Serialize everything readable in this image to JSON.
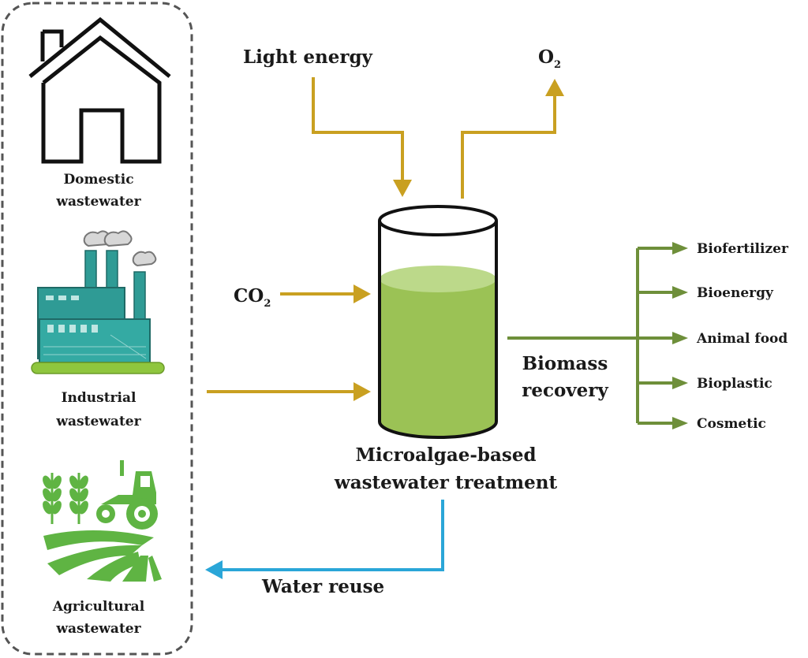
{
  "colors": {
    "input_arrow": "#c9a021",
    "biomass_arrow": "#6e8f3a",
    "water_arrow": "#2aa6d8",
    "algae_fill": "#9bc255",
    "algae_top": "#bcd98a",
    "factory": "#2f9b95",
    "agri": "#5fb443",
    "outline": "#111111",
    "dashed_box": "#555555"
  },
  "sources": [
    {
      "icon": "house-icon",
      "line1": "Domestic",
      "line2": "wastewater"
    },
    {
      "icon": "factory-icon",
      "line1": "Industrial",
      "line2": "wastewater"
    },
    {
      "icon": "agriculture-icon",
      "line1": "Agricultural",
      "line2": "wastewater"
    }
  ],
  "inputs": {
    "light": "Light energy",
    "co2_main": "CO",
    "co2_sub": "2",
    "o2_main": "O",
    "o2_sub": "2"
  },
  "reactor": {
    "line1": "Microalgae-based",
    "line2": "wastewater treatment"
  },
  "biomass": {
    "line1": "Biomass",
    "line2": "recovery",
    "products": [
      "Biofertilizer",
      "Bioenergy",
      "Animal food",
      "Bioplastic",
      "Cosmetic"
    ]
  },
  "water_reuse": "Water reuse"
}
